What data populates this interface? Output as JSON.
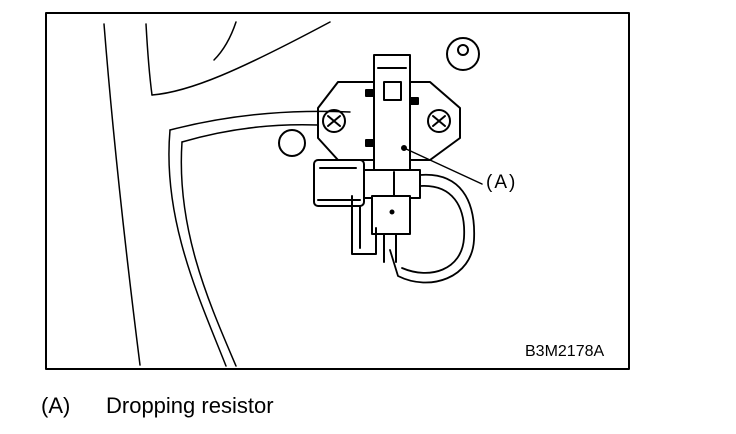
{
  "diagram": {
    "callout_label": "(A)",
    "figure_code": "B3M2178A"
  },
  "caption": {
    "key": "(A)",
    "text": "Dropping resistor"
  }
}
